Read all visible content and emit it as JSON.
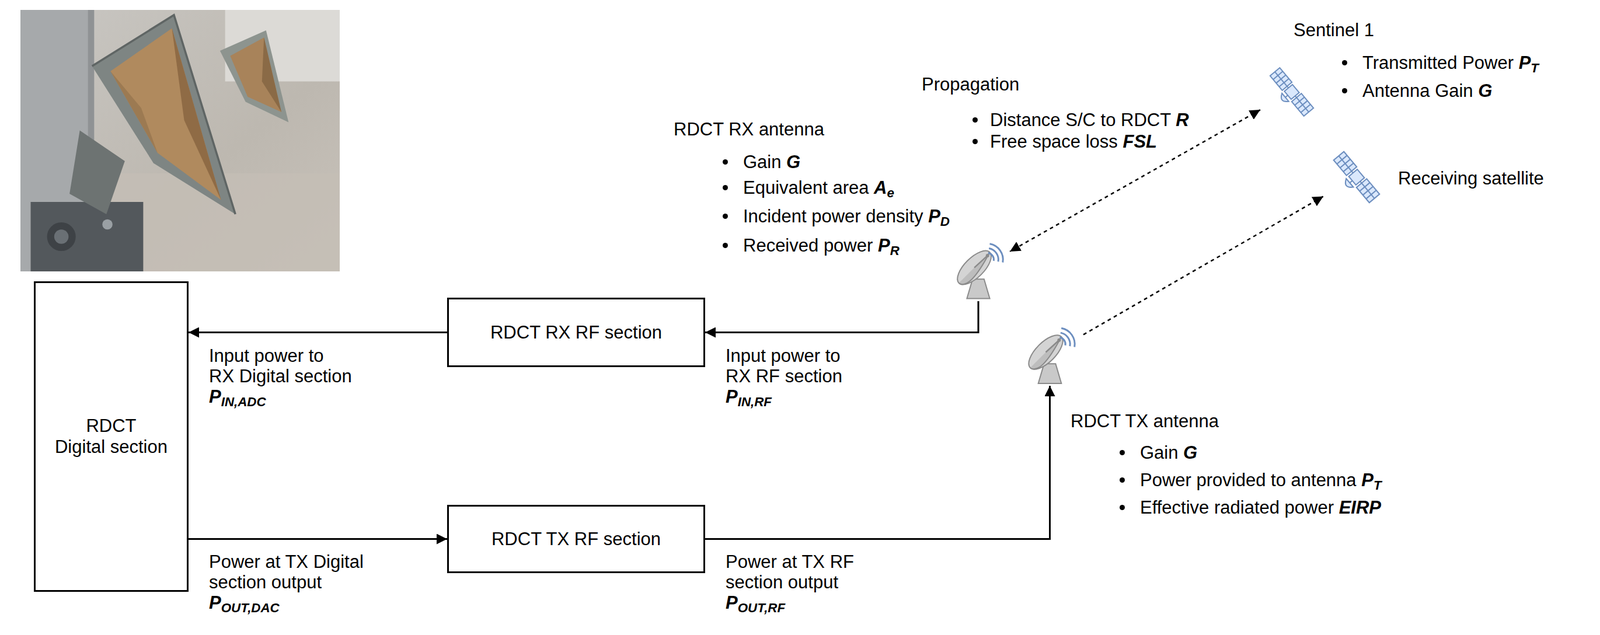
{
  "diagram": {
    "nodes": [
      {
        "text": [
          "Sentinel 1",
          "Transmitted Power PT",
          "Antenna Gain G"
        ]
      },
      {
        "text": [
          "RDCT RX antenna",
          "Gain G",
          "Equivalent area Ae",
          "Incident power density PD",
          "Received power PR"
        ]
      },
      {
        "text": [
          "Receiving satellite"
        ]
      },
      {
        "text": [
          "RDCT TX antenna",
          "Gain G",
          "Power provided to antenna PT",
          "Effective radiated power EIRP"
        ]
      },
      {
        "text": [
          "RDCT RX RF section"
        ]
      },
      {
        "text": [
          "RDCT Digital section"
        ]
      },
      {
        "text": [
          "RDCT TX RF section"
        ]
      }
    ],
    "edges": [
      {
        "from": 0,
        "to": 1,
        "arrow": "both"
      },
      {
        "from": 3,
        "to": 2,
        "arrow": "to"
      },
      {
        "from": 1,
        "to": 4,
        "arrow": "to"
      },
      {
        "from": 4,
        "to": 5,
        "arrow": "to"
      },
      {
        "from": 5,
        "to": 6,
        "arrow": "to"
      },
      {
        "from": 6,
        "to": 3,
        "arrow": "to"
      }
    ],
    "labels": [
      "Propagation",
      "Distance S/C to RDCT R",
      "Free space loss FSL",
      "Input power to RX Digital section PIN,ADC",
      "Input power to RX RF section PIN,RF",
      "Power at TX Digital section output POUT,DAC",
      "Power at TX RF section output POUT,RF"
    ]
  }
}
